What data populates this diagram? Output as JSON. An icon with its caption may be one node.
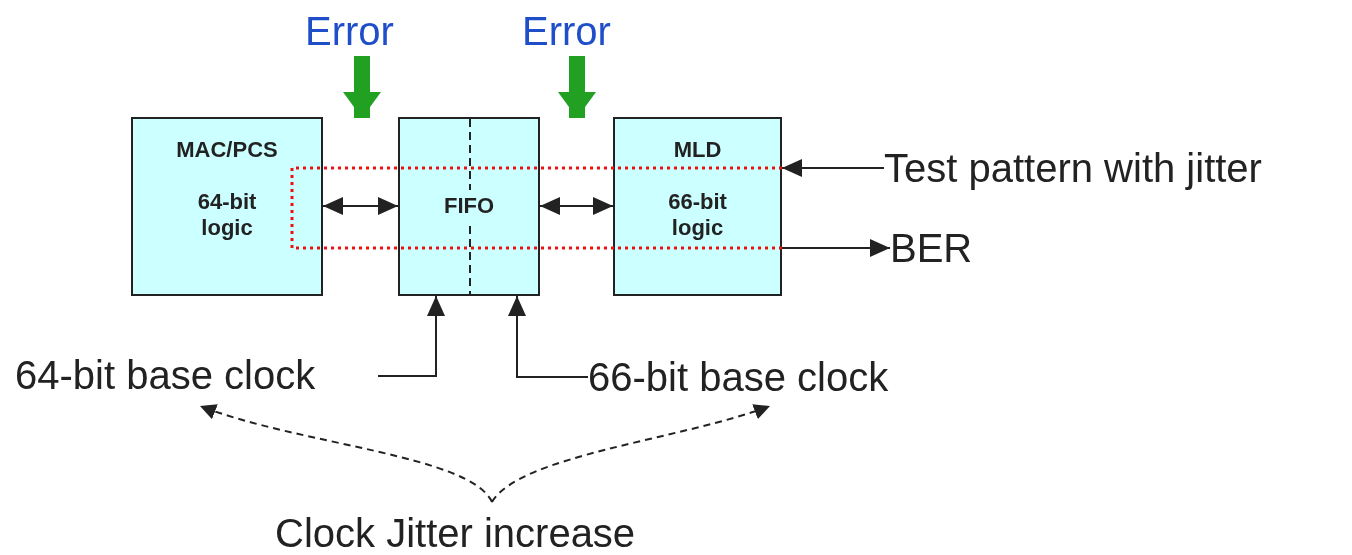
{
  "diagram": {
    "nodes": [
      {
        "text": [
          "MAC/PCS",
          "64-bit logic"
        ]
      },
      {
        "text": [
          "FIFO"
        ]
      },
      {
        "text": [
          "MLD",
          "66-bit logic"
        ]
      },
      {
        "text": [
          "Error"
        ]
      },
      {
        "text": [
          "Error"
        ]
      },
      {
        "text": [
          "Test pattern with jitter"
        ]
      },
      {
        "text": [
          "BER"
        ]
      },
      {
        "text": [
          "64-bit base clock"
        ]
      },
      {
        "text": [
          "66-bit base clock"
        ]
      },
      {
        "text": [
          "Clock Jitter increase"
        ]
      }
    ],
    "edges": [
      {
        "from": 0,
        "to": 1,
        "arrow": "both"
      },
      {
        "from": 1,
        "to": 2,
        "arrow": "both"
      },
      {
        "from": 3,
        "to": null,
        "arrow": "to",
        "style": "thick",
        "color": "#22a022"
      },
      {
        "from": 4,
        "to": null,
        "arrow": "to",
        "style": "thick",
        "color": "#22a022"
      },
      {
        "from": 5,
        "to": 2,
        "arrow": "to"
      },
      {
        "from": 2,
        "to": 6,
        "arrow": "to"
      },
      {
        "from": 7,
        "to": 1,
        "arrow": "to"
      },
      {
        "from": 8,
        "to": 1,
        "arrow": "to"
      },
      {
        "from": 9,
        "to": 7,
        "arrow": "to",
        "style": "dashed"
      },
      {
        "from": 9,
        "to": 8,
        "arrow": "to",
        "style": "dashed"
      }
    ]
  }
}
